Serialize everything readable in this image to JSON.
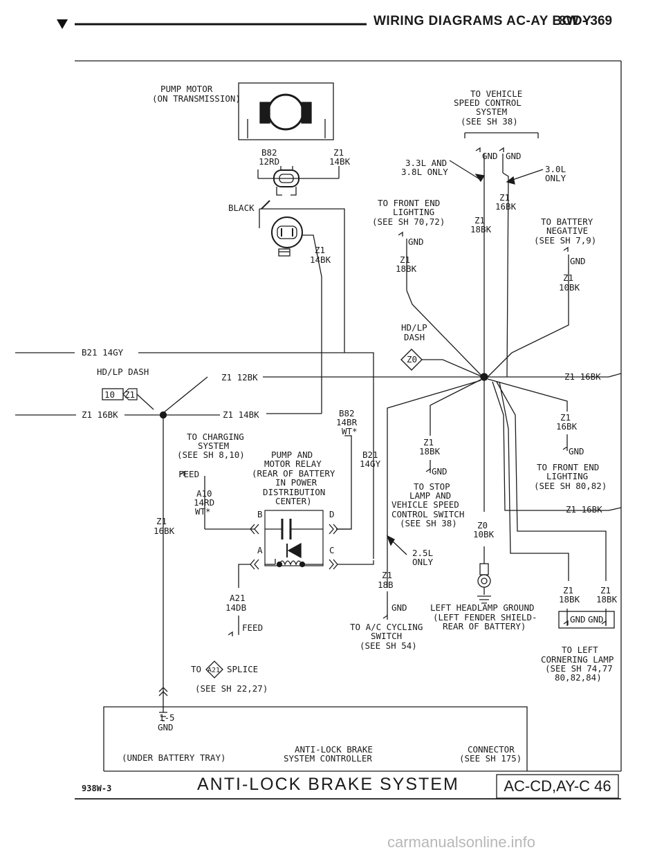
{
  "header": {
    "title": "WIRING DIAGRAMS AC-AY BODY",
    "page": "8W - 369"
  },
  "labels": {
    "pump_motor": [
      "PUMP MOTOR",
      "(ON TRANSMISSION)"
    ],
    "b82_12rd": [
      "B82",
      "12RD"
    ],
    "z1_14bk_top": [
      "Z1",
      "14BK"
    ],
    "black": "BLACK",
    "z1_14bk_conn": [
      "Z1",
      "14BK"
    ],
    "speed_control": [
      "TO VEHICLE",
      "SPEED CONTROL",
      "SYSTEM",
      "(SEE SH 38)"
    ],
    "gnd_a": "GND",
    "gnd_b": "GND",
    "engine_33_38": [
      "3.3L AND",
      "3.8L ONLY"
    ],
    "engine_30": [
      "3.0L",
      "ONLY"
    ],
    "front_end_lighting_1": [
      "TO FRONT END",
      "LIGHTING",
      "(SEE SH 70,72)"
    ],
    "gnd_c": "GND",
    "z1_18bk_a": [
      "Z1",
      "18BK"
    ],
    "z1_16bk_a": [
      "Z1",
      "16BK"
    ],
    "z1_18bk_b": [
      "Z1",
      "18BK"
    ],
    "battery_negative": [
      "TO BATTERY",
      "NEGATIVE",
      "(SEE SH 7,9)"
    ],
    "gnd_d": "GND",
    "z1_10bk_a": [
      "Z1",
      "10BK"
    ],
    "hdlp_dash_1": [
      "HD/LP",
      "DASH"
    ],
    "splice_z0": "Z0",
    "b21_14gy": "B21 14GY",
    "hdlp_dash_2": "HD/LP DASH",
    "splice_10": "10",
    "splice_z1": "Z1",
    "z1_12bk": "Z1 12BK",
    "z1_16bk_left": "Z1 16BK",
    "z1_14bk_mid": "Z1 14BK",
    "z1_16bk_right_top": "Z1 16BK",
    "b82_14br": [
      "B82",
      "14BR",
      "WT*"
    ],
    "charging": [
      "TO CHARGING",
      "SYSTEM",
      "(SEE SH 8,10)"
    ],
    "feed_a": "FEED",
    "a10_14rd": [
      "A10",
      "14RD",
      "WT*"
    ],
    "pump_relay": [
      "PUMP AND",
      "MOTOR RELAY",
      "(REAR OF BATTERY",
      "IN POWER",
      "DISTRIBUTION",
      "CENTER)"
    ],
    "b21_14gy_v": [
      "B21",
      "14GY"
    ],
    "z1_16bk_v": [
      "Z1",
      "16BK"
    ],
    "pin_b": "B",
    "pin_d": "D",
    "pin_a": "A",
    "pin_c": "C",
    "z1_18bk_c": [
      "Z1",
      "18BK"
    ],
    "gnd_e": "GND",
    "stop_lamp": [
      "TO STOP",
      "LAMP AND",
      "VEHICLE SPEED",
      "CONTROL SWITCH",
      "(SEE SH 38)"
    ],
    "z0_10bk": [
      "Z0",
      "10BK"
    ],
    "z1_16bk_b": [
      "Z1",
      "16BK"
    ],
    "gnd_f": "GND",
    "front_end_lighting_2": [
      "TO FRONT END",
      "LIGHTING",
      "(SEE SH 80,82)"
    ],
    "z1_16bk_right_mid": "Z1 16BK",
    "engine_25": [
      "2.5L",
      "ONLY"
    ],
    "z1_18b": [
      "Z1",
      "18B"
    ],
    "gnd_g": "GND",
    "ac_cycling": [
      "TO A/C CYCLING",
      "SWITCH",
      "(SEE SH 54)"
    ],
    "left_headlamp_ground": [
      "LEFT HEADLAMP GROUND",
      "(LEFT FENDER SHIELD-",
      "REAR OF BATTERY)"
    ],
    "a21_14db": [
      "A21",
      "14DB"
    ],
    "feed_b": "FEED",
    "a21_splice": [
      "TO",
      "A21",
      "SPLICE",
      "(SEE SH 22,27)"
    ],
    "z1_18bk_d": [
      "Z1",
      "18BK"
    ],
    "z1_18bk_e": [
      "Z1",
      "18BK"
    ],
    "gnd_h": "GND",
    "gnd_i": "GND",
    "cornering_lamp": [
      "TO LEFT",
      "CORNERING LAMP",
      "(SEE SH 74,77",
      "80,82,84)"
    ],
    "controller_pin": [
      "1-5",
      "GND"
    ],
    "under_battery_tray": "(UNDER BATTERY TRAY)",
    "abs_controller": [
      "ANTI-LOCK BRAKE",
      "SYSTEM CONTROLLER"
    ],
    "connector": [
      "CONNECTOR",
      "(SEE SH 175)"
    ]
  },
  "footer": {
    "code": "938W-3",
    "title": "ANTI-LOCK BRAKE SYSTEM",
    "vehicle": "AC-CD,AY-C 46"
  },
  "watermark": "carmanualsonline.info"
}
